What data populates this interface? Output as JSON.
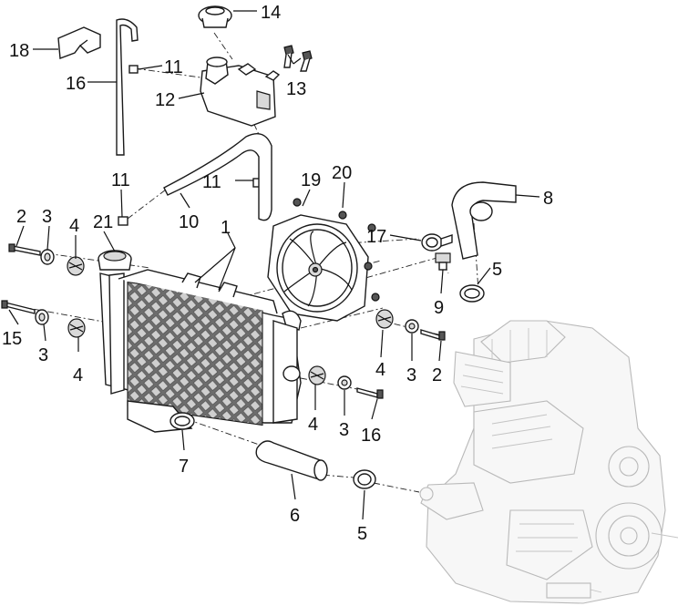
{
  "diagram": {
    "callouts": [
      {
        "id": "c1",
        "text": "1"
      },
      {
        "id": "c2a",
        "text": "2"
      },
      {
        "id": "c2b",
        "text": "2"
      },
      {
        "id": "c3a",
        "text": "3"
      },
      {
        "id": "c3b",
        "text": "3"
      },
      {
        "id": "c3c",
        "text": "3"
      },
      {
        "id": "c3d",
        "text": "3"
      },
      {
        "id": "c4a",
        "text": "4"
      },
      {
        "id": "c4b",
        "text": "4"
      },
      {
        "id": "c4c",
        "text": "4"
      },
      {
        "id": "c4d",
        "text": "4"
      },
      {
        "id": "c5a",
        "text": "5"
      },
      {
        "id": "c5b",
        "text": "5"
      },
      {
        "id": "c6",
        "text": "6"
      },
      {
        "id": "c7",
        "text": "7"
      },
      {
        "id": "c8",
        "text": "8"
      },
      {
        "id": "c9",
        "text": "9"
      },
      {
        "id": "c10",
        "text": "10"
      },
      {
        "id": "c11a",
        "text": "11"
      },
      {
        "id": "c11b",
        "text": "11"
      },
      {
        "id": "c11c",
        "text": "11"
      },
      {
        "id": "c12",
        "text": "12"
      },
      {
        "id": "c13",
        "text": "13"
      },
      {
        "id": "c14",
        "text": "14"
      },
      {
        "id": "c15",
        "text": "15"
      },
      {
        "id": "c16a",
        "text": "16"
      },
      {
        "id": "c16b",
        "text": "16"
      },
      {
        "id": "c17",
        "text": "17"
      },
      {
        "id": "c18",
        "text": "18"
      },
      {
        "id": "c19",
        "text": "19"
      },
      {
        "id": "c20",
        "text": "20"
      },
      {
        "id": "c21",
        "text": "21"
      }
    ]
  }
}
